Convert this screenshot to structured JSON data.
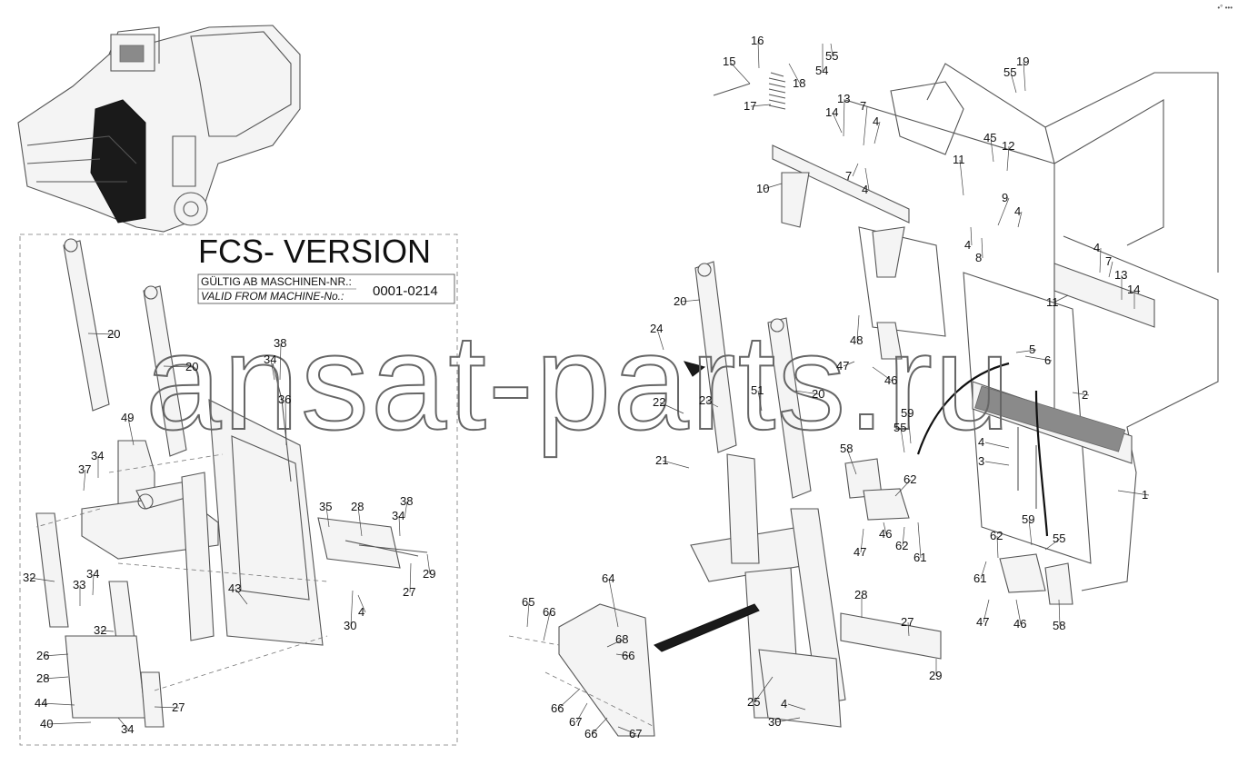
{
  "fcs_box": {
    "title": "FCS- VERSION",
    "valid_de": "GÜLTIG AB MASCHINEN-NR.:",
    "valid_en": "VALID FROM MACHINE-No.:",
    "serial_range": "0001-0214"
  },
  "watermark": "ansat-parts.ru",
  "corner_mark": "•° •••",
  "callouts": [
    {
      "n": "15"
    },
    {
      "n": "16"
    },
    {
      "n": "18"
    },
    {
      "n": "54"
    },
    {
      "n": "55"
    },
    {
      "n": "17"
    },
    {
      "n": "55"
    },
    {
      "n": "19"
    },
    {
      "n": "13"
    },
    {
      "n": "14"
    },
    {
      "n": "7"
    },
    {
      "n": "4"
    },
    {
      "n": "7"
    },
    {
      "n": "4"
    },
    {
      "n": "45"
    },
    {
      "n": "12"
    },
    {
      "n": "10"
    },
    {
      "n": "11"
    },
    {
      "n": "9"
    },
    {
      "n": "4"
    },
    {
      "n": "4"
    },
    {
      "n": "8"
    },
    {
      "n": "4"
    },
    {
      "n": "7"
    },
    {
      "n": "13"
    },
    {
      "n": "14"
    },
    {
      "n": "11"
    },
    {
      "n": "20"
    },
    {
      "n": "24"
    },
    {
      "n": "48"
    },
    {
      "n": "5"
    },
    {
      "n": "6"
    },
    {
      "n": "47"
    },
    {
      "n": "46"
    },
    {
      "n": "51"
    },
    {
      "n": "20"
    },
    {
      "n": "2"
    },
    {
      "n": "22"
    },
    {
      "n": "23"
    },
    {
      "n": "59"
    },
    {
      "n": "55"
    },
    {
      "n": "4"
    },
    {
      "n": "3"
    },
    {
      "n": "21"
    },
    {
      "n": "58"
    },
    {
      "n": "62"
    },
    {
      "n": "1"
    },
    {
      "n": "46"
    },
    {
      "n": "62"
    },
    {
      "n": "61"
    },
    {
      "n": "47"
    },
    {
      "n": "59"
    },
    {
      "n": "55"
    },
    {
      "n": "62"
    },
    {
      "n": "61"
    },
    {
      "n": "47"
    },
    {
      "n": "46"
    },
    {
      "n": "58"
    },
    {
      "n": "64"
    },
    {
      "n": "65"
    },
    {
      "n": "66"
    },
    {
      "n": "68"
    },
    {
      "n": "66"
    },
    {
      "n": "28"
    },
    {
      "n": "27"
    },
    {
      "n": "29"
    },
    {
      "n": "66"
    },
    {
      "n": "67"
    },
    {
      "n": "66"
    },
    {
      "n": "67"
    },
    {
      "n": "25"
    },
    {
      "n": "4"
    },
    {
      "n": "30"
    },
    {
      "n": "20"
    },
    {
      "n": "20"
    },
    {
      "n": "38"
    },
    {
      "n": "34"
    },
    {
      "n": "49"
    },
    {
      "n": "36"
    },
    {
      "n": "34"
    },
    {
      "n": "37"
    },
    {
      "n": "35"
    },
    {
      "n": "28"
    },
    {
      "n": "38"
    },
    {
      "n": "34"
    },
    {
      "n": "29"
    },
    {
      "n": "32"
    },
    {
      "n": "33"
    },
    {
      "n": "34"
    },
    {
      "n": "43"
    },
    {
      "n": "27"
    },
    {
      "n": "30"
    },
    {
      "n": "4"
    },
    {
      "n": "32"
    },
    {
      "n": "26"
    },
    {
      "n": "28"
    },
    {
      "n": "44"
    },
    {
      "n": "27"
    },
    {
      "n": "40"
    },
    {
      "n": "34"
    }
  ]
}
